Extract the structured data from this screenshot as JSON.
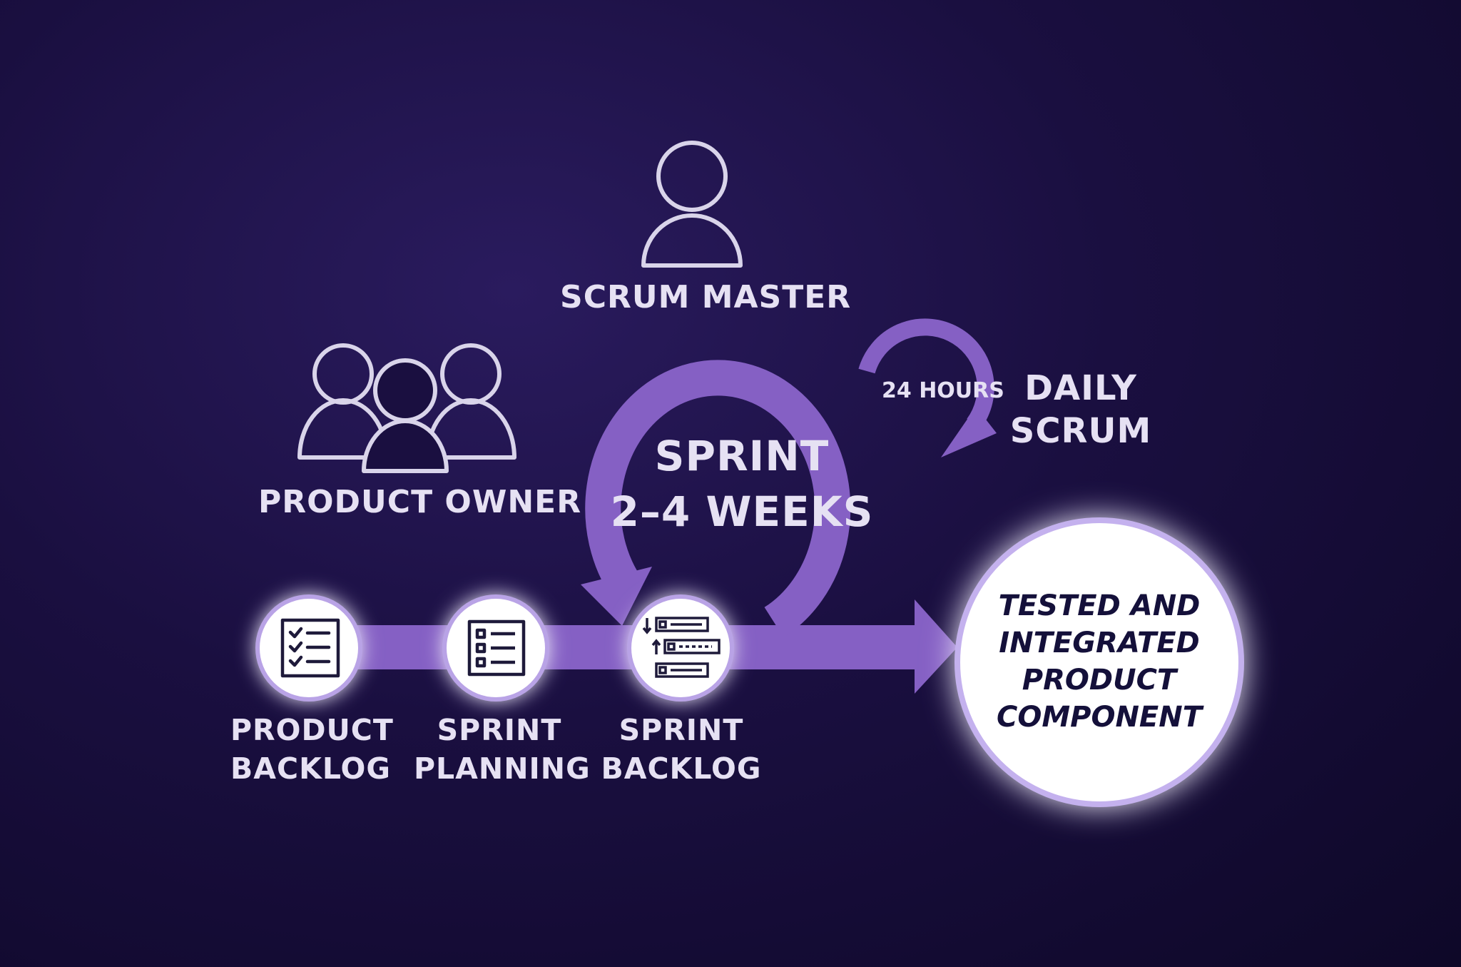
{
  "roles": {
    "scrum_master": "SCRUM MASTER",
    "product_owner": "PRODUCT OWNER"
  },
  "sprint": {
    "line1": "SPRINT",
    "line2": "2–4 WEEKS"
  },
  "daily": {
    "hours": "24 HOURS",
    "line1": "DAILY",
    "line2": "SCRUM"
  },
  "steps": [
    {
      "line1": "PRODUCT",
      "line2": "BACKLOG",
      "icon": "checklist-icon"
    },
    {
      "line1": "SPRINT",
      "line2": "PLANNING",
      "icon": "list-icon"
    },
    {
      "line1": "SPRINT",
      "line2": "BACKLOG",
      "icon": "prioritize-list-icon"
    }
  ],
  "result": {
    "line1": "TESTED AND",
    "line2": "INTEGRATED",
    "line3": "PRODUCT",
    "line4": "COMPONENT"
  },
  "colors": {
    "background": "#150c3a",
    "accent": "#8560c4",
    "text": "#e6e1f3",
    "result_text": "#14103a"
  }
}
